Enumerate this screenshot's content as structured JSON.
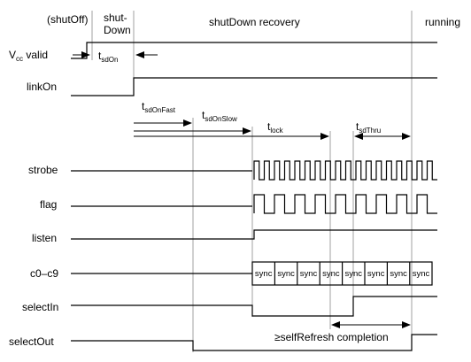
{
  "phases": {
    "shutoff": "(shutOff)",
    "shutdown_line1": "shut-",
    "shutdown_line2": "Down",
    "recovery": "shutDown recovery",
    "running": "running"
  },
  "signals": {
    "vcc_valid": {
      "main": "V",
      "sub": "cc",
      "rest": " valid"
    },
    "link_on": "linkOn",
    "strobe": "strobe",
    "flag": "flag",
    "listen": "listen",
    "c0_c9": "c0–c9",
    "select_in": "selectIn",
    "select_out": "selectOut"
  },
  "timings": {
    "t_sdon": {
      "main": "t",
      "sub": "sdOn"
    },
    "t_sdonfast": {
      "main": "t",
      "sub": "sdOnFast"
    },
    "t_sdonslow": {
      "main": "t",
      "sub": "sdOnSlow"
    },
    "t_lock": {
      "main": "t",
      "sub": "lock"
    },
    "t_sdthru": {
      "main": "t",
      "sub": "sdThru"
    }
  },
  "sync_cells": [
    "sync",
    "sync",
    "sync",
    "sync",
    "sync",
    "sync",
    "sync",
    "sync"
  ],
  "annotation": "≥selfRefresh completion",
  "colors": {
    "ink": "#000000",
    "grid": "#8a8a8a",
    "background": "#ffffff"
  }
}
